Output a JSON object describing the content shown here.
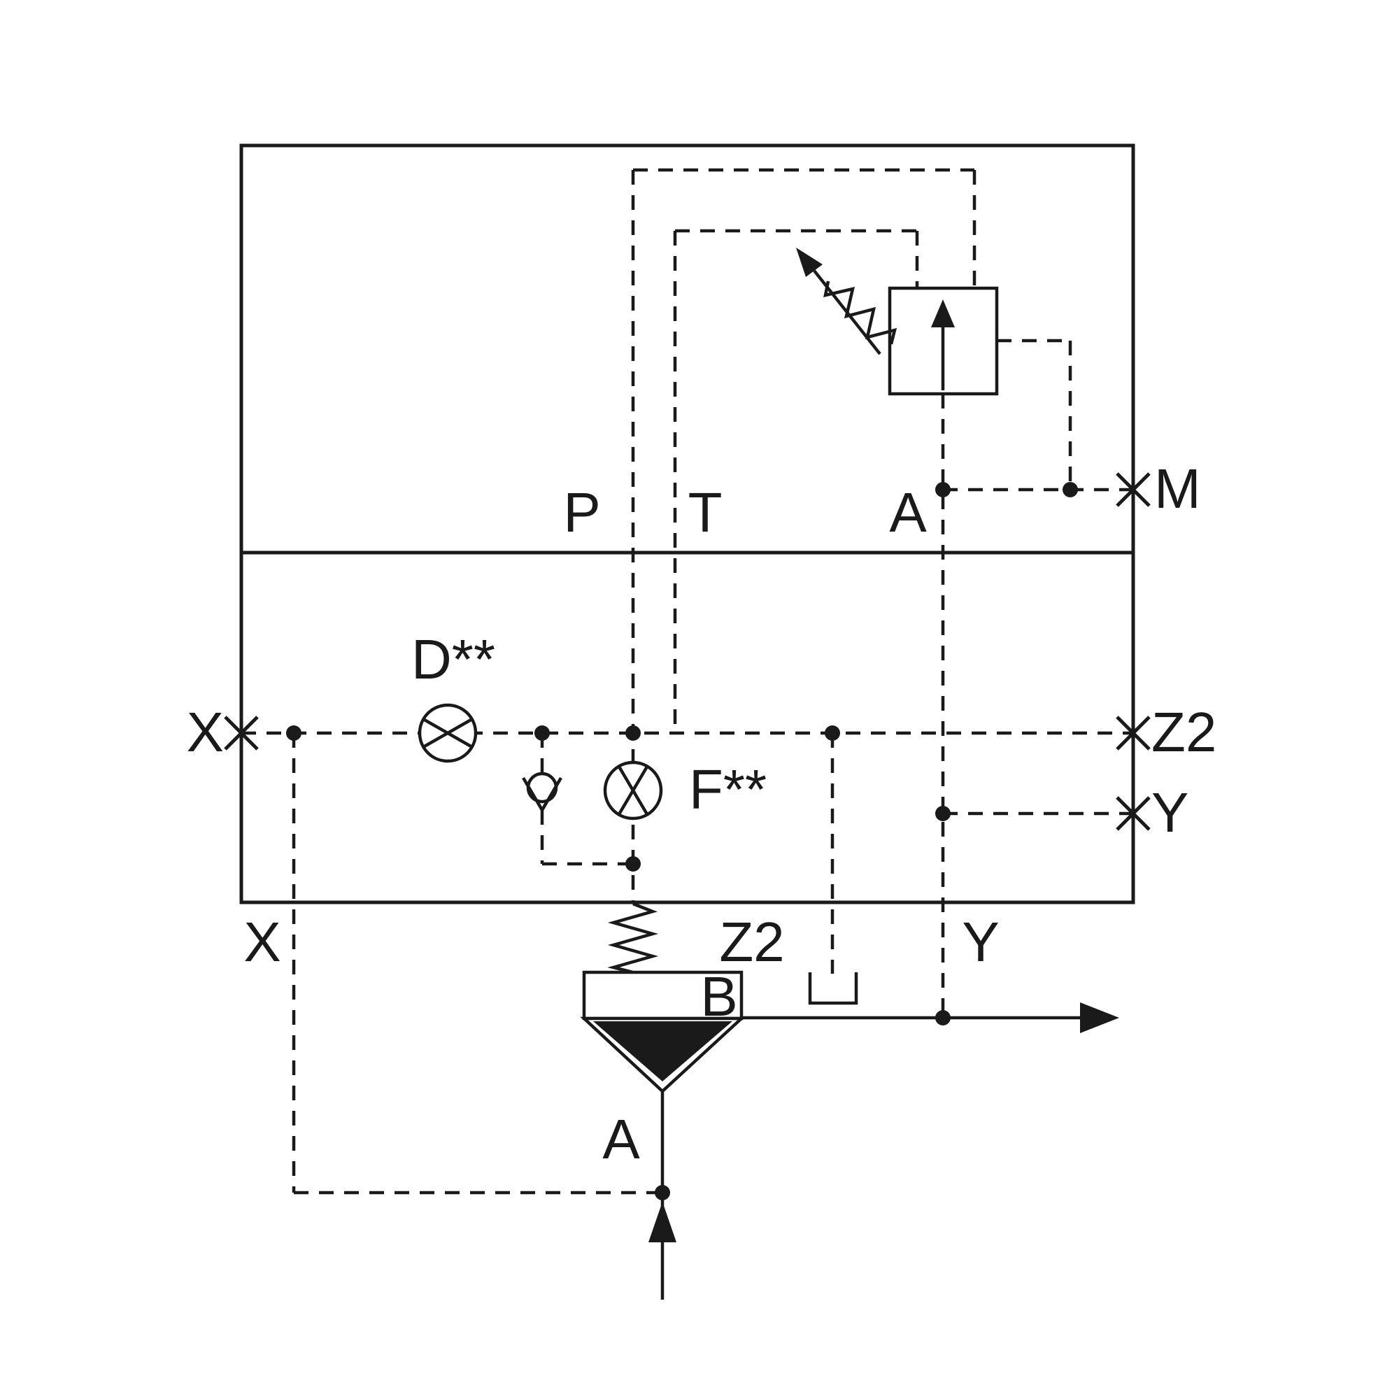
{
  "colors": {
    "line": "#1a1a1a",
    "background": "#ffffff"
  },
  "labels": {
    "port_p": "P",
    "port_t": "T",
    "port_a_pilot": "A",
    "port_m": "M",
    "port_x_side": "X",
    "port_z2_side": "Z2",
    "port_y_side": "Y",
    "port_x_bottom": "X",
    "port_z2_bottom": "Z2",
    "port_y_bottom": "Y",
    "port_b": "B",
    "port_a_main": "A",
    "orifice_d": "D**",
    "orifice_f": "F**"
  },
  "components": [
    "valve-block-outline",
    "pilot-interface-divider",
    "pilot-relief-valve",
    "adjustable-spring",
    "orifice-d",
    "orifice-f",
    "check-valve",
    "main-poppet-valve",
    "main-spring",
    "z2-plug",
    "flow-arrow-out-b",
    "flow-arrow-in-a",
    "port-cross-x",
    "port-cross-z2",
    "port-cross-y",
    "port-cross-m"
  ]
}
